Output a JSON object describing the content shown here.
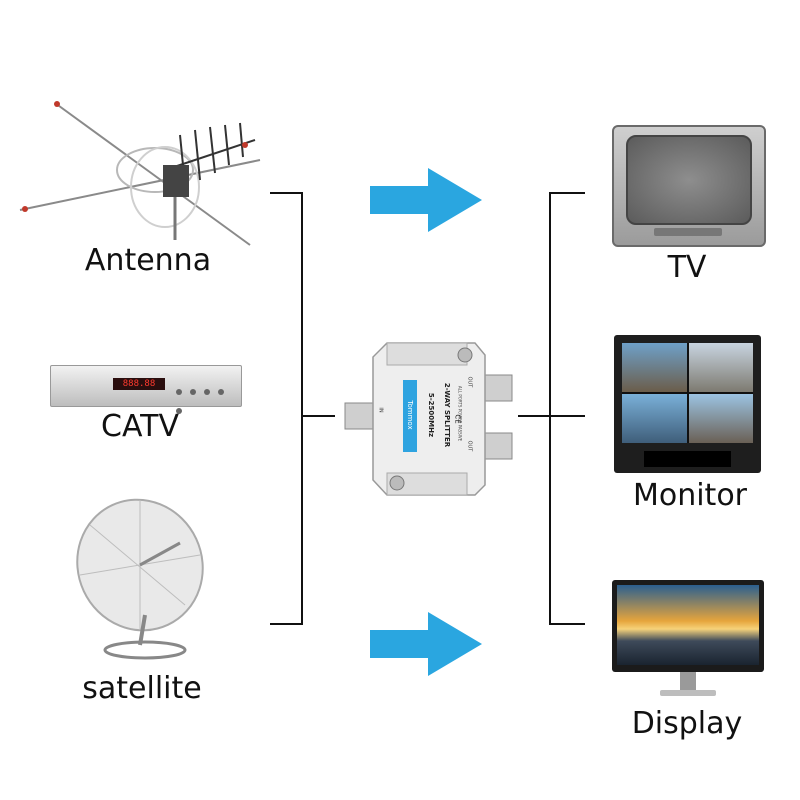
{
  "sources": {
    "antenna": {
      "label": "Antenna"
    },
    "catv": {
      "label": "CATV",
      "display_text": "888.88"
    },
    "satellite": {
      "label": "satellite"
    }
  },
  "outputs": {
    "tv": {
      "label": "TV"
    },
    "monitor": {
      "label": "Monitor"
    },
    "display": {
      "label": "Display"
    }
  },
  "splitter": {
    "brand": "Tommox",
    "freq": "5-2500MHz",
    "model": "2-WAY SPLITTER",
    "note": "ALL PORTS POWER PASSIVE",
    "mark": "CE",
    "in_port": "IN",
    "out1": "OUT",
    "out2": "OUT"
  },
  "colors": {
    "arrow": "#2aa6e0",
    "line": "#111111",
    "splitter_accent": "#2ea3e0"
  }
}
